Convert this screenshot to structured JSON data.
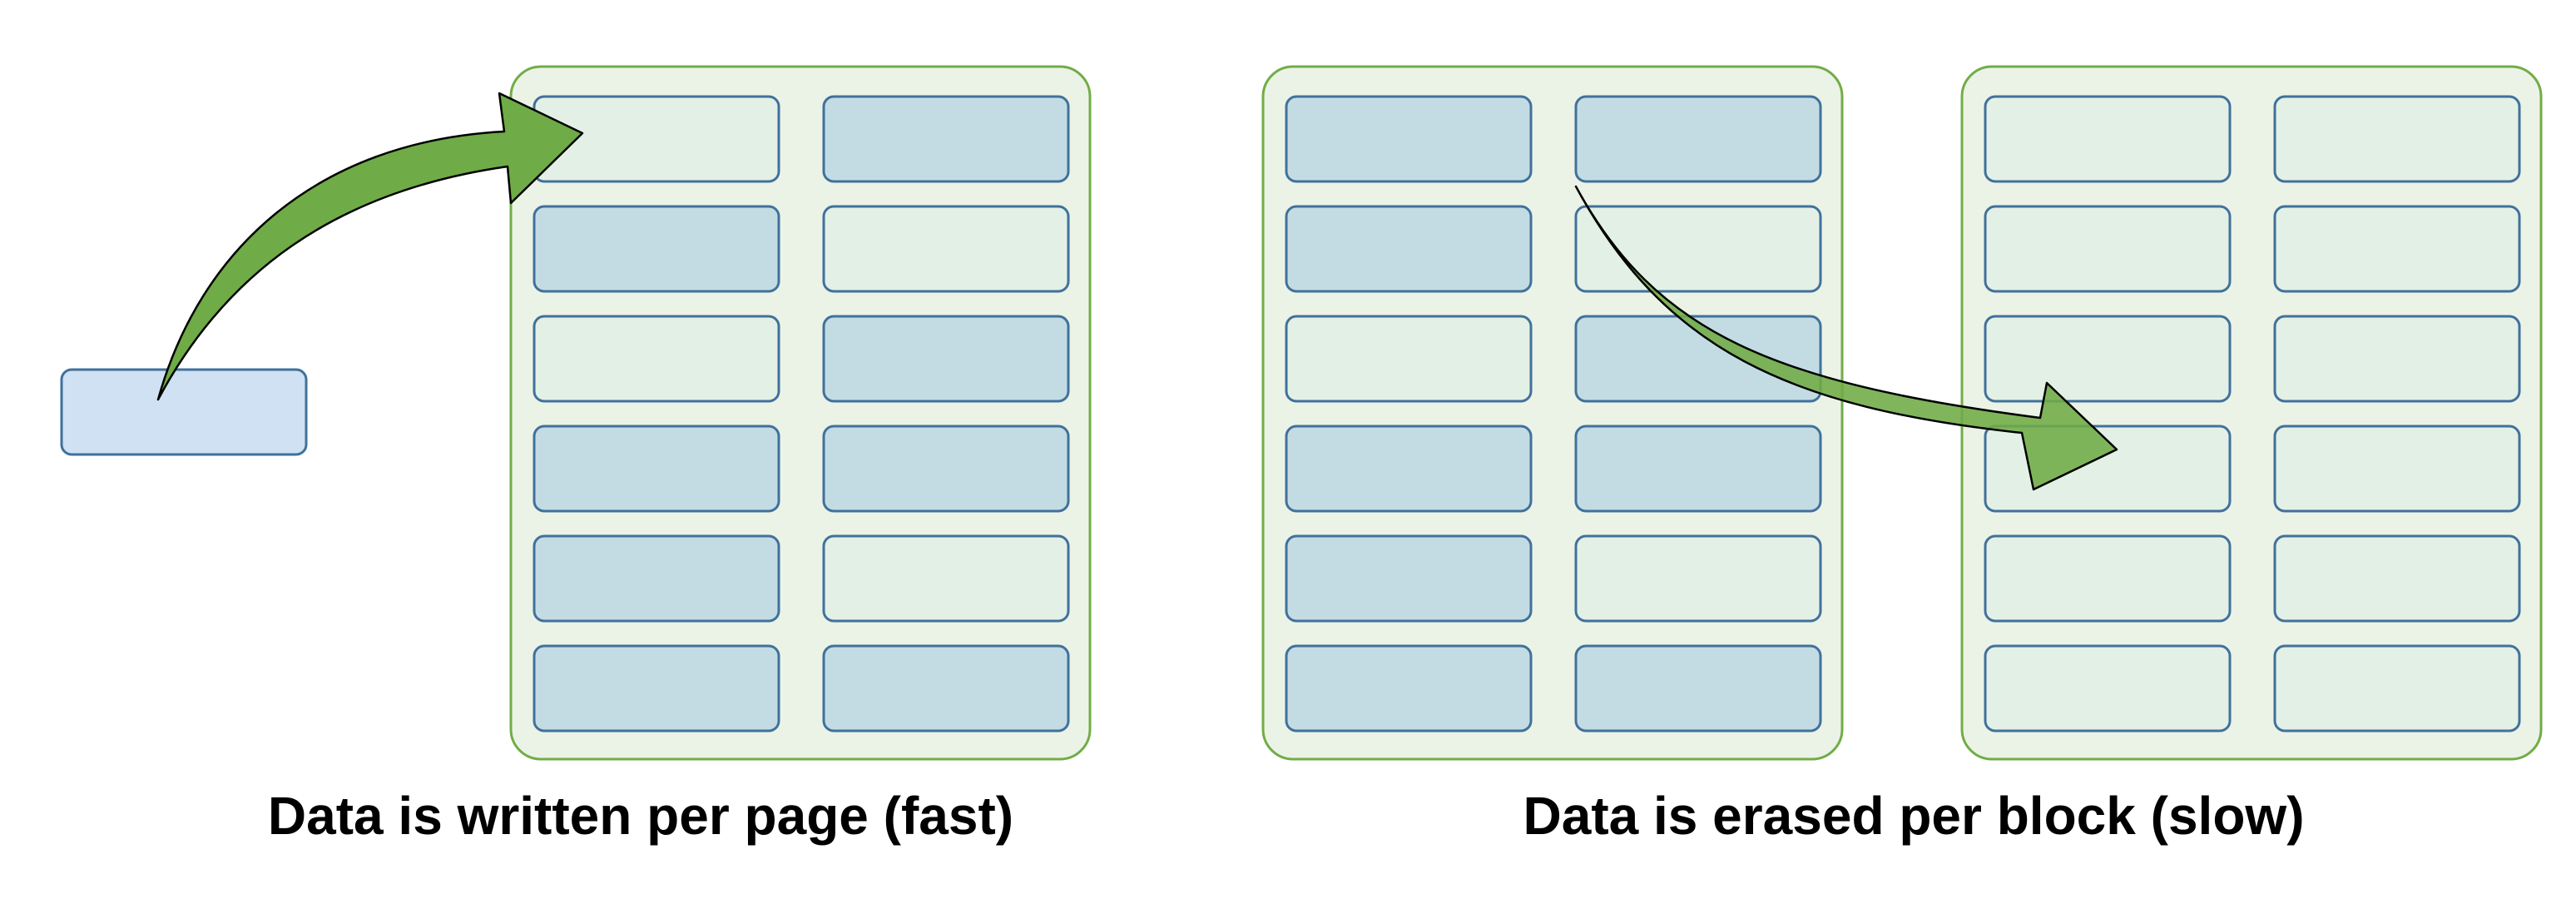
{
  "captions": {
    "write": "Data is written per page (fast)",
    "erase": "Data is erased per block (slow)"
  },
  "colors": {
    "block_fill": "#EBF3E6",
    "block_stroke": "#71AD47",
    "page_stroke": "#41719C",
    "page_valid": "#C3DCE3",
    "page_free": "#E3F0E5",
    "incoming_page": "#CFE1F2",
    "arrow_fill": "#6FAB46",
    "arrow_stroke": "#000000"
  },
  "incoming_page": {
    "state": "new"
  },
  "blocks": [
    {
      "name": "write-target-block",
      "pages": [
        [
          "free",
          "valid"
        ],
        [
          "valid",
          "free"
        ],
        [
          "free",
          "valid"
        ],
        [
          "valid",
          "valid"
        ],
        [
          "valid",
          "free"
        ],
        [
          "valid",
          "valid"
        ]
      ]
    },
    {
      "name": "erase-source-block",
      "pages": [
        [
          "valid",
          "valid"
        ],
        [
          "valid",
          "free"
        ],
        [
          "free",
          "valid"
        ],
        [
          "valid",
          "valid"
        ],
        [
          "valid",
          "free"
        ],
        [
          "valid",
          "valid"
        ]
      ]
    },
    {
      "name": "erase-target-block",
      "pages": [
        [
          "free",
          "free"
        ],
        [
          "free",
          "free"
        ],
        [
          "free",
          "free"
        ],
        [
          "free",
          "free"
        ],
        [
          "free",
          "free"
        ],
        [
          "free",
          "free"
        ]
      ]
    }
  ],
  "arrows": [
    {
      "name": "write-arrow",
      "from": "incoming-page",
      "to": "block-1-page-r1c1"
    },
    {
      "name": "move-arrow",
      "from": "block-2-page-r1c2",
      "to": "block-3-page-r4c1"
    }
  ]
}
